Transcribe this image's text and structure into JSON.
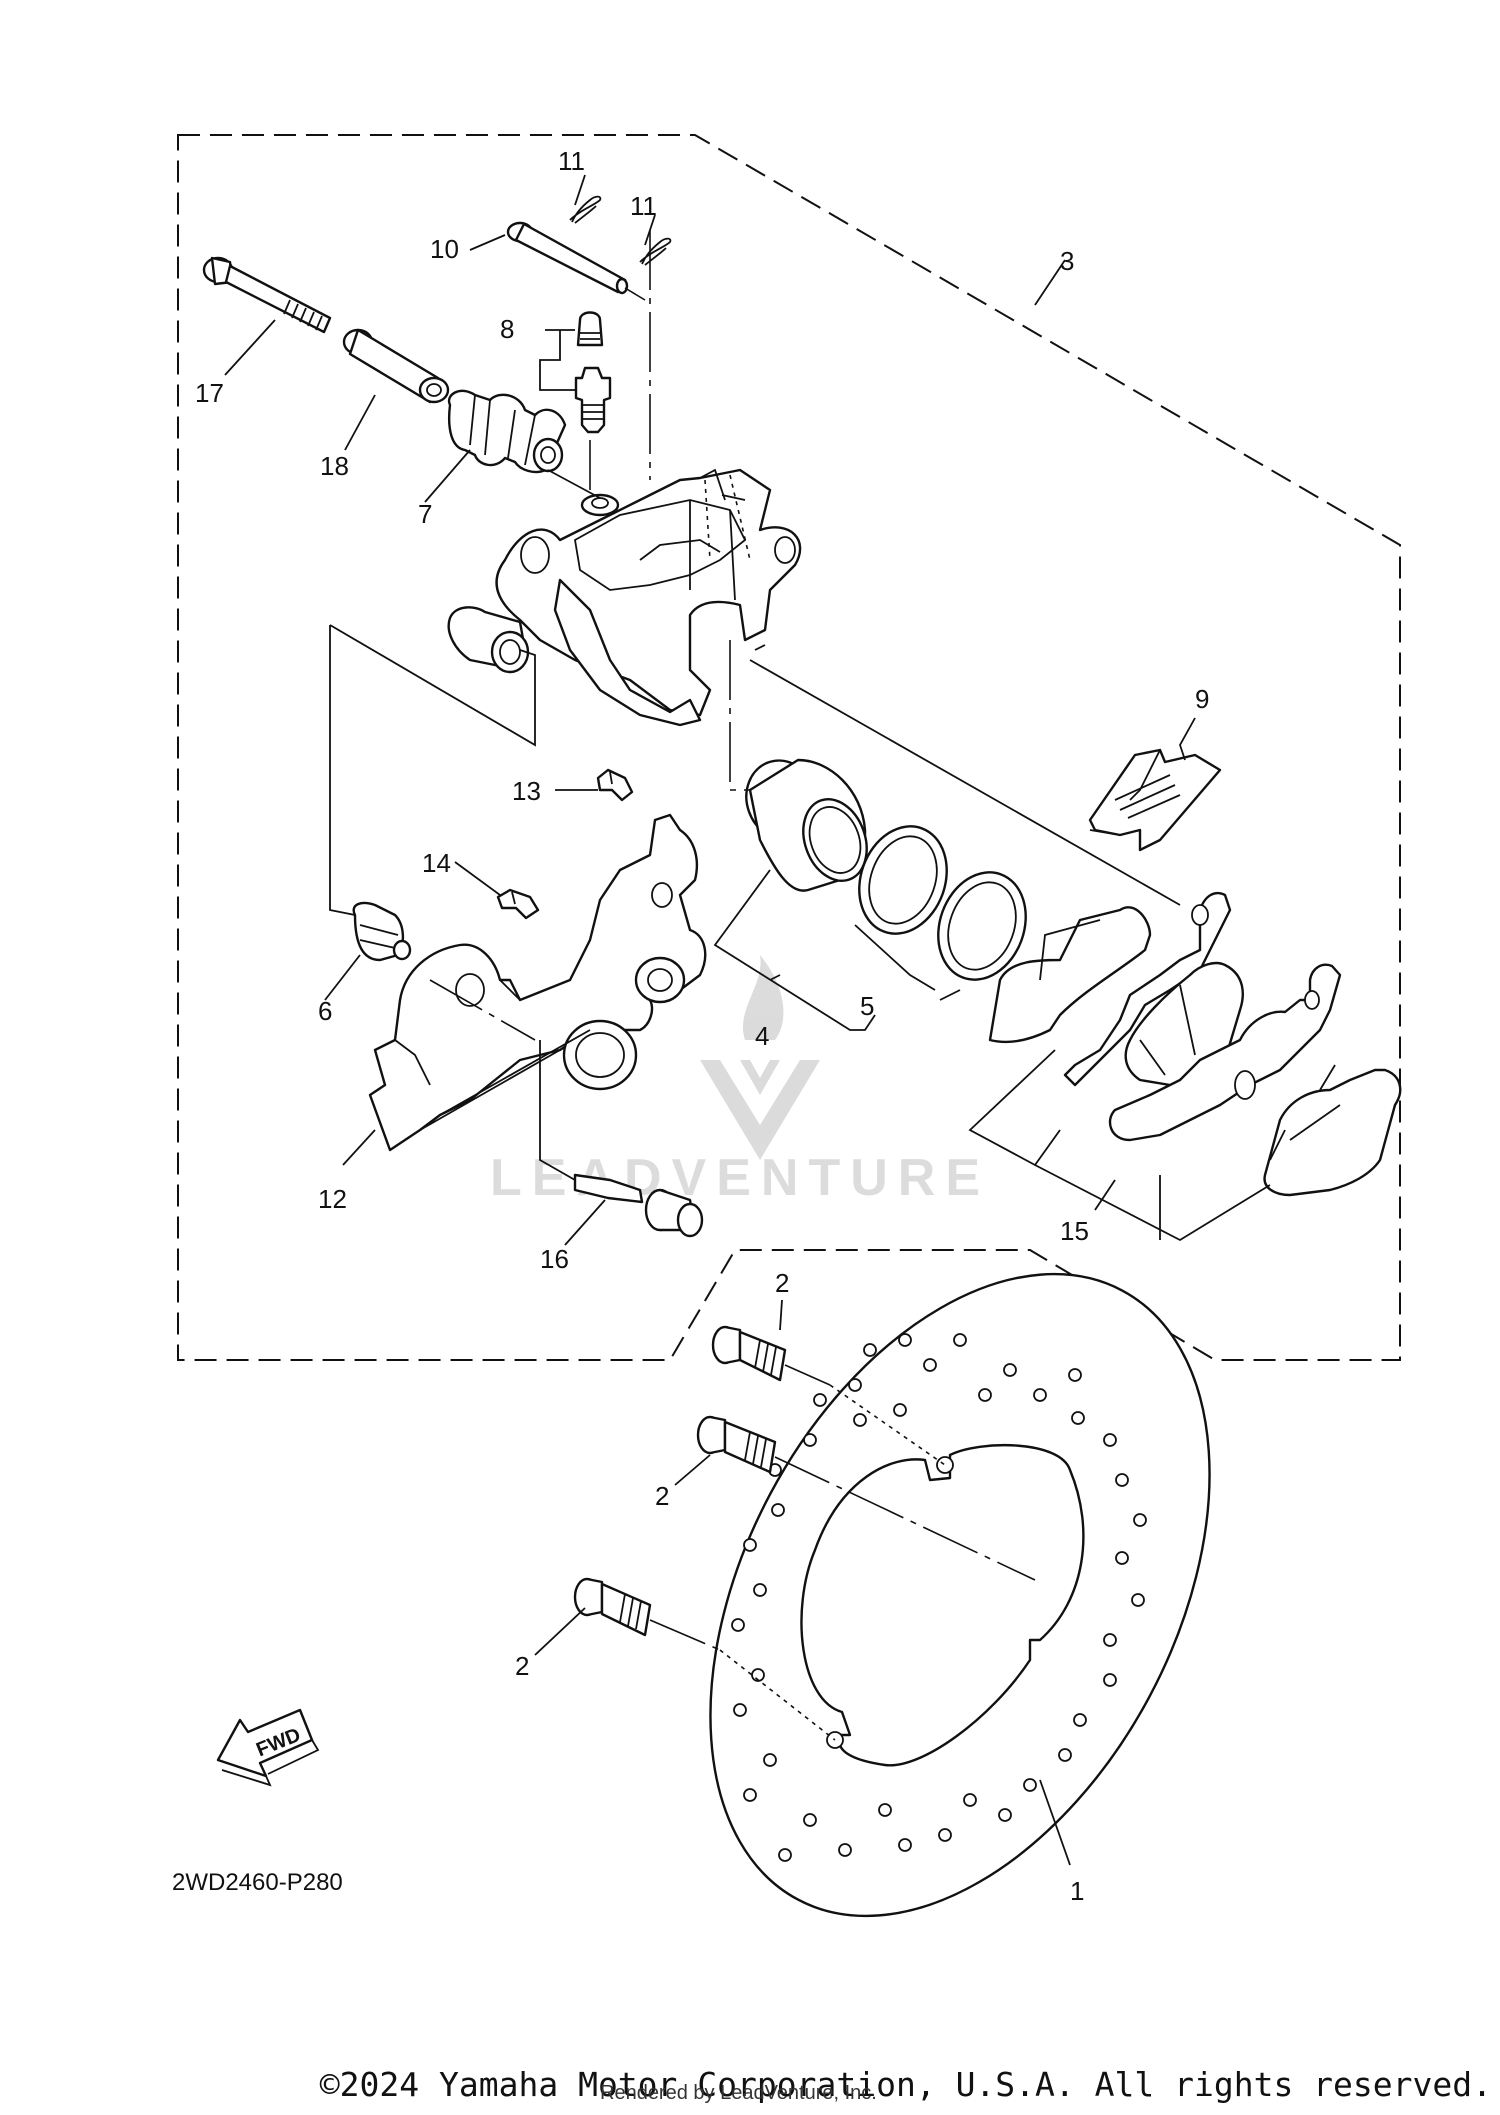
{
  "diagram": {
    "part_code": "2WD2460-P280",
    "fwd_label": "FWD",
    "watermark": "LEADVENTURE",
    "callouts": [
      {
        "id": "1",
        "text": "1"
      },
      {
        "id": "2a",
        "text": "2"
      },
      {
        "id": "2b",
        "text": "2"
      },
      {
        "id": "2c",
        "text": "2"
      },
      {
        "id": "3",
        "text": "3"
      },
      {
        "id": "4",
        "text": "4"
      },
      {
        "id": "5",
        "text": "5"
      },
      {
        "id": "6",
        "text": "6"
      },
      {
        "id": "7",
        "text": "7"
      },
      {
        "id": "8",
        "text": "8"
      },
      {
        "id": "9",
        "text": "9"
      },
      {
        "id": "10",
        "text": "10"
      },
      {
        "id": "11a",
        "text": "11"
      },
      {
        "id": "11b",
        "text": "11"
      },
      {
        "id": "12",
        "text": "12"
      },
      {
        "id": "13",
        "text": "13"
      },
      {
        "id": "14",
        "text": "14"
      },
      {
        "id": "15",
        "text": "15"
      },
      {
        "id": "16",
        "text": "16"
      },
      {
        "id": "17",
        "text": "17"
      },
      {
        "id": "18",
        "text": "18"
      }
    ]
  },
  "footer": {
    "copyright": "©2024 Yamaha Motor Corporation, U.S.A. All rights reserved.",
    "rendered_by": "Rendered by LeadVenture, Inc."
  }
}
